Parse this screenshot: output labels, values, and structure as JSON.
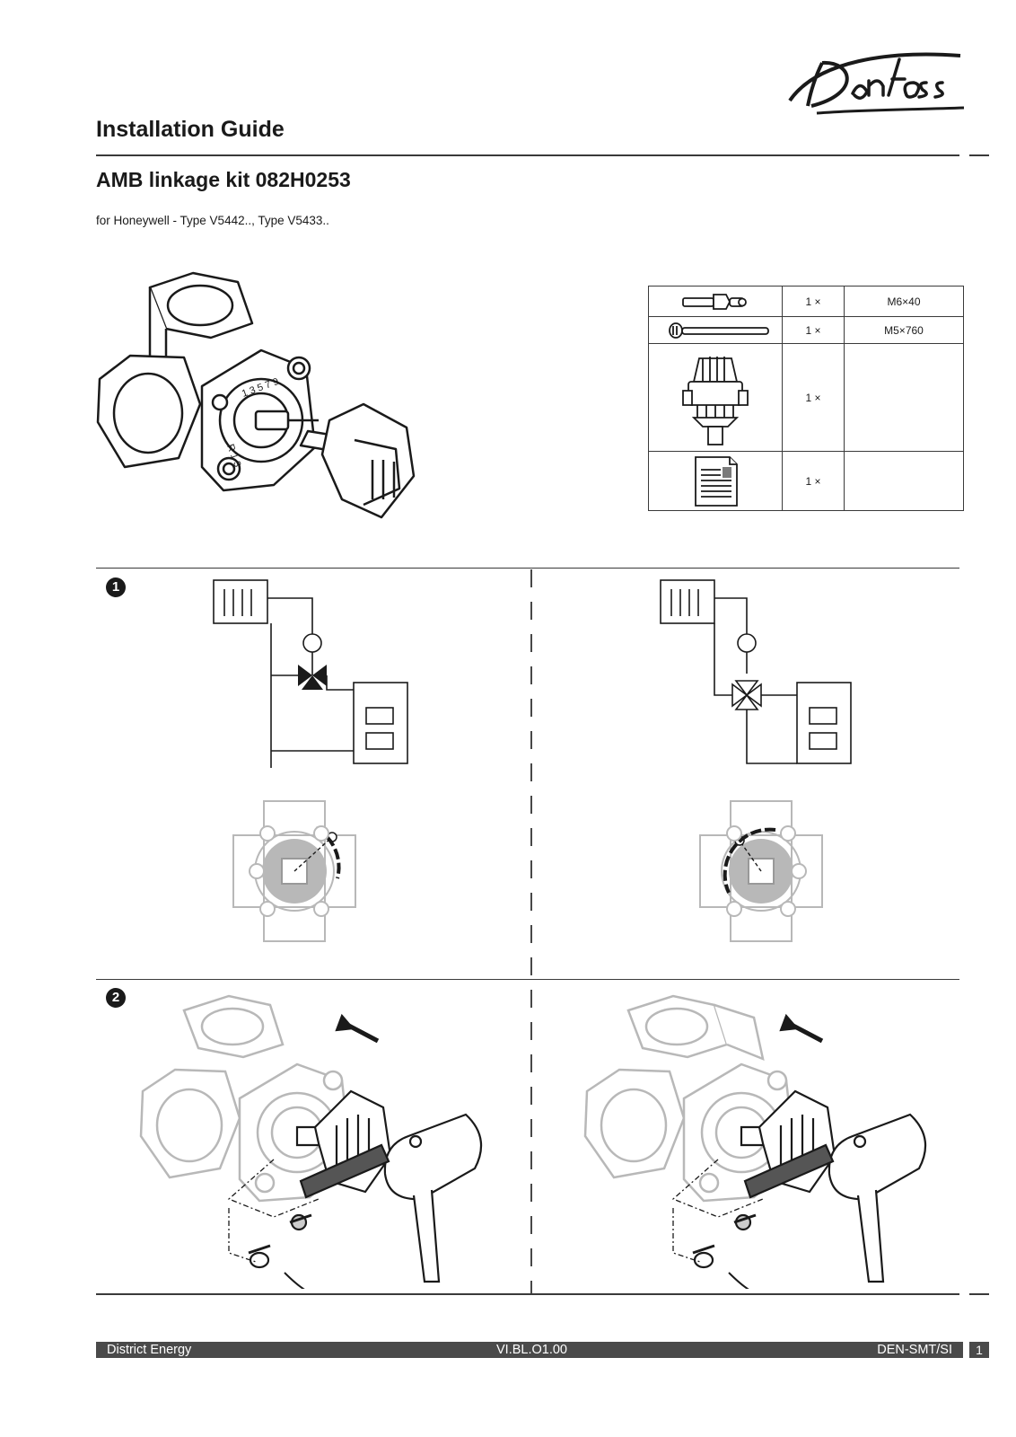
{
  "brand": {
    "logo_text": "Danfoss",
    "logo_icon": "danfoss-script-logo"
  },
  "header": {
    "title": "Installation Guide",
    "subtitle": "AMB linkage kit 082H0253",
    "description": "for Honeywell - Type V5442.., Type V5433.."
  },
  "parts_table": {
    "rows": [
      {
        "icon": "screw-with-nut-icon",
        "qty": "1 ×",
        "spec": "M6×40"
      },
      {
        "icon": "long-bolt-icon",
        "qty": "1 ×",
        "spec": "M5×760"
      },
      {
        "icon": "adapter-coupling-icon",
        "qty": "1 ×",
        "spec": ""
      },
      {
        "icon": "document-instructions-icon",
        "qty": "1 ×",
        "spec": ""
      }
    ]
  },
  "steps": [
    {
      "number": "1"
    },
    {
      "number": "2"
    }
  ],
  "footer": {
    "left": "District Energy",
    "center": "VI.BL.O1.00",
    "right": "DEN-SMT/SI",
    "page": "1"
  },
  "colors": {
    "ink": "#1a1a1a",
    "ghost": "#b8b8b8",
    "footer_bg": "#4a4a4a"
  }
}
